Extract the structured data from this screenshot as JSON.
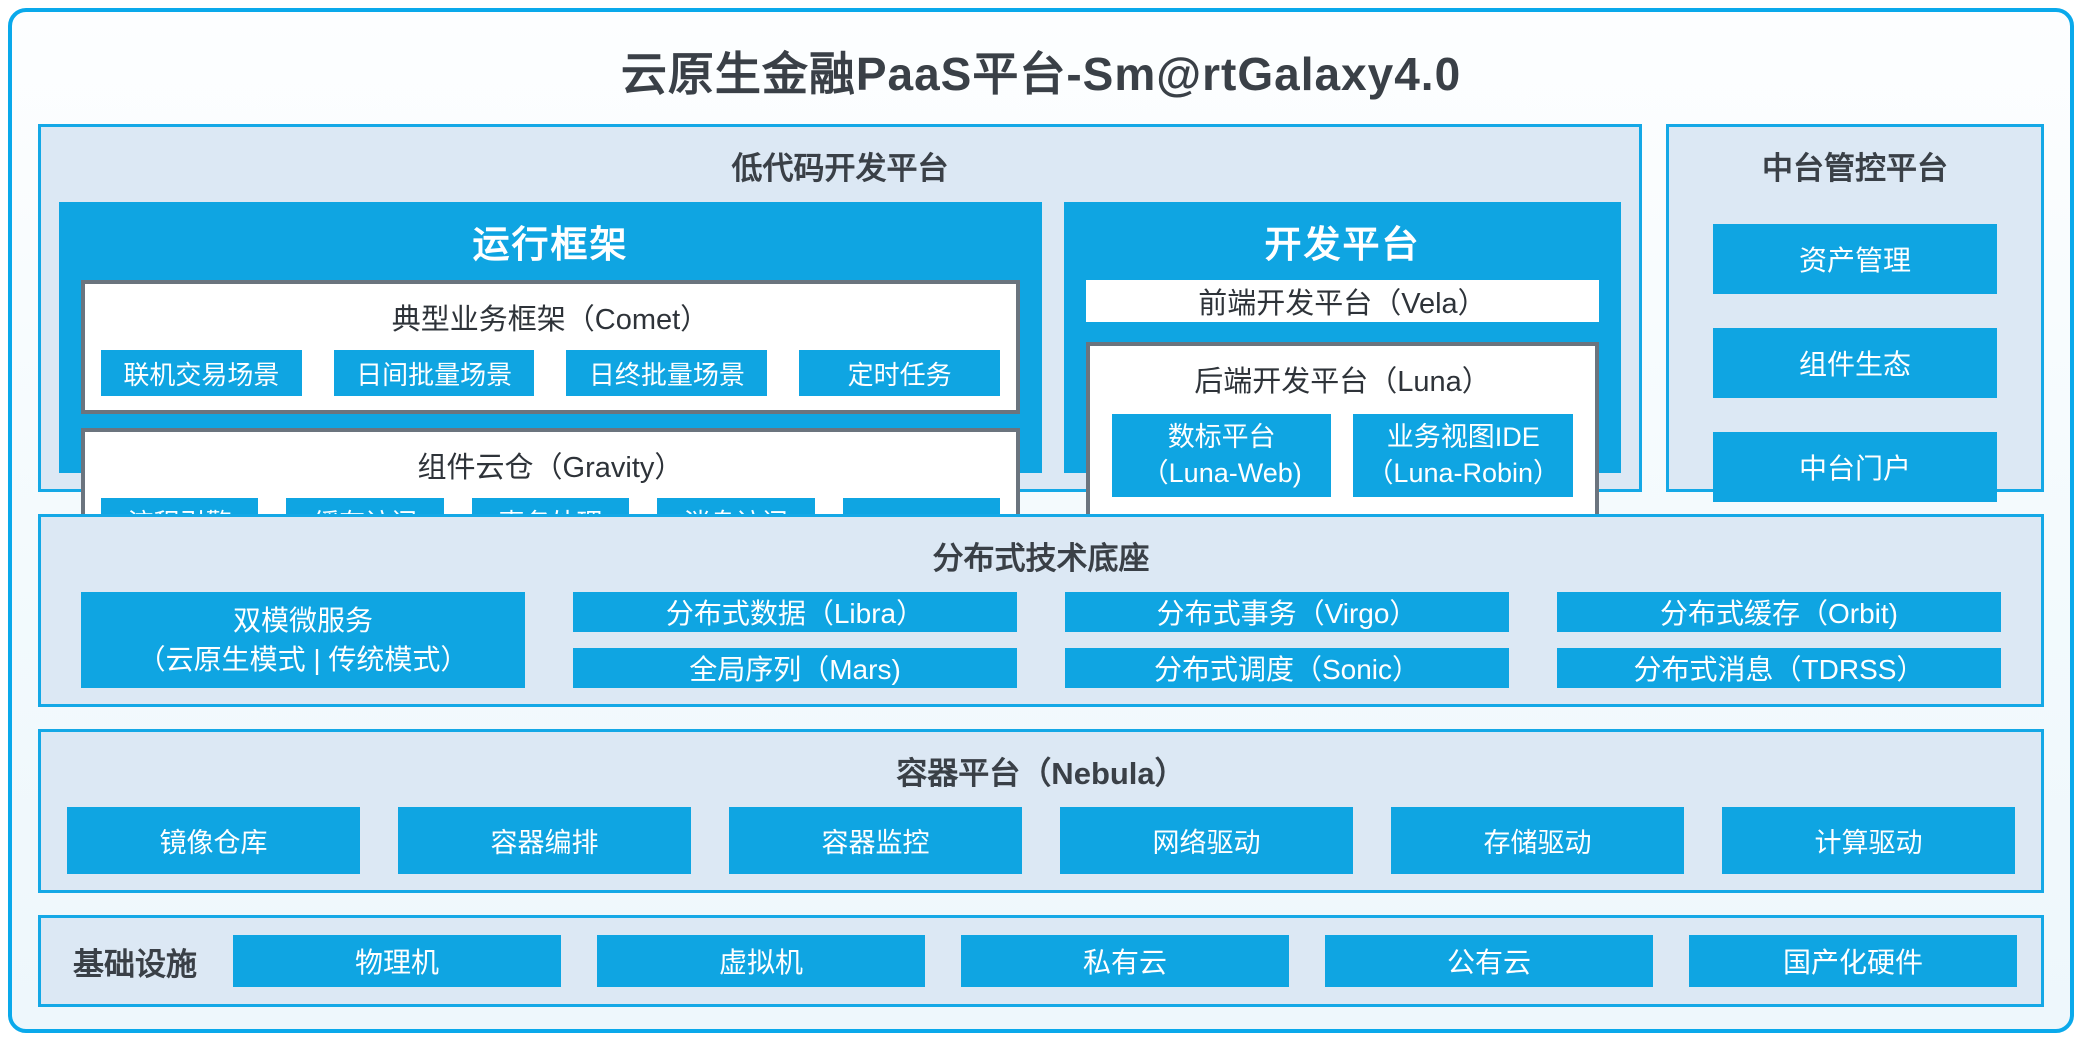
{
  "title": "云原生金融PaaS平台-Sm@rtGalaxy4.0",
  "colors": {
    "accent_blue": "#0fa5e2",
    "border_blue": "#0aa9eb",
    "panel_bg": "#dce8f4",
    "dark_text": "#3a4047",
    "graybox_border": "#6b747e",
    "white": "#ffffff"
  },
  "lowcode": {
    "title": "低代码开发平台",
    "runtime": {
      "title": "运行框架",
      "comet": {
        "title": "典型业务框架（Comet）",
        "items": [
          "联机交易场景",
          "日间批量场景",
          "日终批量场景",
          "定时任务"
        ]
      },
      "gravity": {
        "title": "组件云仓（Gravity）",
        "items": [
          "流程引擎",
          "缓存访问",
          "事务处理",
          "消息访问",
          "……"
        ]
      }
    },
    "dev": {
      "title": "开发平台",
      "vela": "前端开发平台（Vela）",
      "luna": {
        "title": "后端开发平台（Luna）",
        "items": [
          {
            "line1": "数标平台",
            "line2": "（Luna-Web)"
          },
          {
            "line1": "业务视图IDE",
            "line2": "（Luna-Robin）"
          }
        ]
      }
    }
  },
  "midplatform": {
    "title": "中台管控平台",
    "items": [
      "资产管理",
      "组件生态",
      "中台门户"
    ]
  },
  "distributed": {
    "title": "分布式技术底座",
    "dual_mode": {
      "line1": "双模微服务",
      "line2": "（云原生模式 | 传统模式）"
    },
    "grid": [
      [
        "分布式数据（Libra）",
        "分布式事务（Virgo）",
        "分布式缓存（Orbit)"
      ],
      [
        "全局序列（Mars)",
        "分布式调度（Sonic）",
        "分布式消息（TDRSS）"
      ]
    ]
  },
  "container": {
    "title": "容器平台（Nebula）",
    "items": [
      "镜像仓库",
      "容器编排",
      "容器监控",
      "网络驱动",
      "存储驱动",
      "计算驱动"
    ]
  },
  "infrastructure": {
    "title": "基础设施",
    "items": [
      "物理机",
      "虚拟机",
      "私有云",
      "公有云",
      "国产化硬件"
    ]
  }
}
